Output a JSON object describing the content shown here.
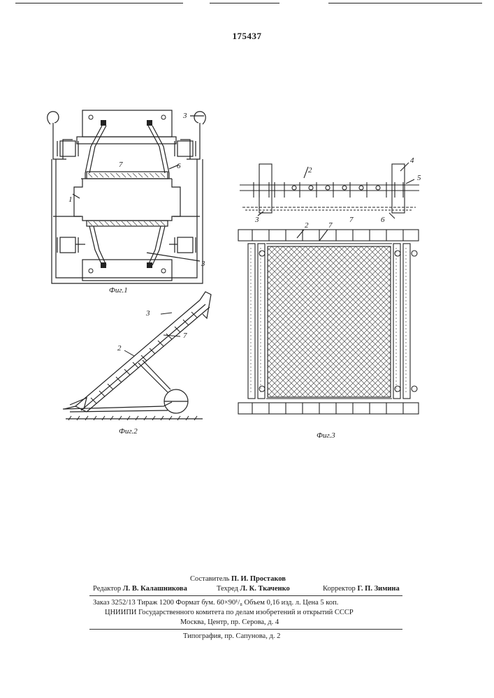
{
  "patent_number": "175437",
  "figures": {
    "fig1": {
      "caption": "Фиг.1",
      "callouts": [
        "3",
        "7",
        "6",
        "1",
        "3"
      ]
    },
    "fig2": {
      "caption": "Фиг.2",
      "callouts": [
        "3",
        "2",
        "7"
      ]
    },
    "fig3": {
      "caption": "Фиг.3",
      "callouts": [
        "2",
        "4",
        "5",
        "3",
        "7",
        "6",
        "2",
        "7"
      ]
    }
  },
  "footer": {
    "compiler_label": "Составитель",
    "compiler_name": "П. И. Простаков",
    "editor_label": "Редактор",
    "editor_name": "Л. В. Калашникова",
    "techred_label": "Техред",
    "techred_name": "Л. К. Ткаченко",
    "corrector_label": "Корректор",
    "corrector_name": "Г. П. Зимина",
    "order_line": "Заказ 3252/13   Тираж 1200   Формат бум. 60×90¹/₈   Объем 0,16 изд. л.   Цена 5 коп.",
    "org_line": "ЦНИИПИ Государственного комитета по делам изобретений и открытий СССР",
    "address_line": "Москва, Центр, пр. Серова, д. 4",
    "printer_line": "Типография, пр. Сапунова, д. 2"
  }
}
